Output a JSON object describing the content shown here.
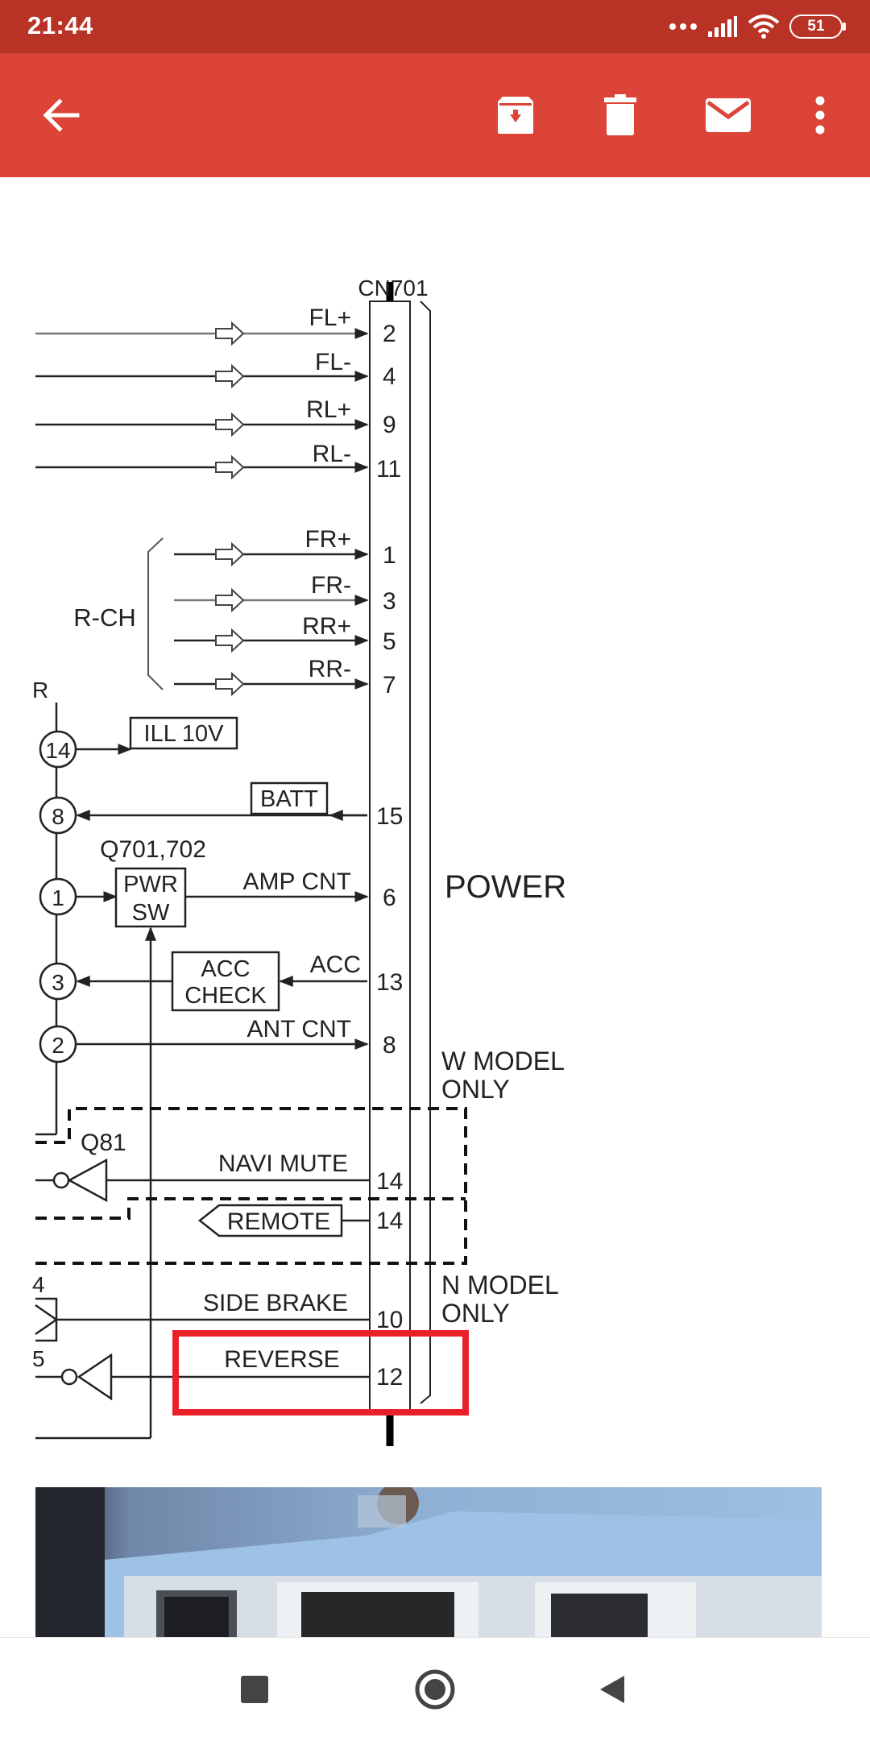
{
  "status_bar": {
    "time": "21:44",
    "battery": "51"
  },
  "app_bar": {
    "back_icon": "arrow-left-icon",
    "actions": [
      "archive-icon",
      "delete-icon",
      "mail-icon",
      "more-vert-icon"
    ]
  },
  "schematic": {
    "connector": "CN701",
    "left_channel": [
      {
        "signal": "FL+",
        "pin": "2"
      },
      {
        "signal": "FL-",
        "pin": "4"
      },
      {
        "signal": "RL+",
        "pin": "9"
      },
      {
        "signal": "RL-",
        "pin": "11"
      }
    ],
    "right_channel_label": "R-CH",
    "right_channel": [
      {
        "signal": "FR+",
        "pin": "1"
      },
      {
        "signal": "FR-",
        "pin": "3"
      },
      {
        "signal": "RR+",
        "pin": "5"
      },
      {
        "signal": "RR-",
        "pin": "7"
      }
    ],
    "cut_text_top": "R",
    "node_14": "14",
    "ill_box": "ILL 10V",
    "node_8": "8",
    "batt_box": "BATT",
    "batt_pin": "15",
    "q701_label": "Q701,702",
    "node_1": "1",
    "pwr_line1": "PWR",
    "pwr_line2": "SW",
    "amp_cnt": "AMP CNT",
    "amp_pin": "6",
    "power_label": "POWER",
    "node_3": "3",
    "acc_line1": "ACC",
    "acc_line2": "CHECK",
    "acc_label": "ACC",
    "acc_pin": "13",
    "node_2": "2",
    "ant_cnt": "ANT CNT",
    "ant_pin": "8",
    "w_model_1": "W MODEL",
    "w_model_2": "ONLY",
    "q81_label": "Q81",
    "navi_mute": "NAVI MUTE",
    "navi_pin": "14",
    "remote_label": "REMOTE",
    "remote_pin": "14",
    "cut_text_4": "4",
    "n_model_1": "N MODEL",
    "n_model_2": "ONLY",
    "side_brake": "SIDE BRAKE",
    "side_pin": "10",
    "cut_text_5": "5",
    "reverse": "REVERSE",
    "reverse_pin": "12",
    "highlight_color": "#e8202a"
  },
  "nav_bar": {
    "icons": [
      "square-recents-icon",
      "circle-home-icon",
      "triangle-back-icon"
    ]
  }
}
